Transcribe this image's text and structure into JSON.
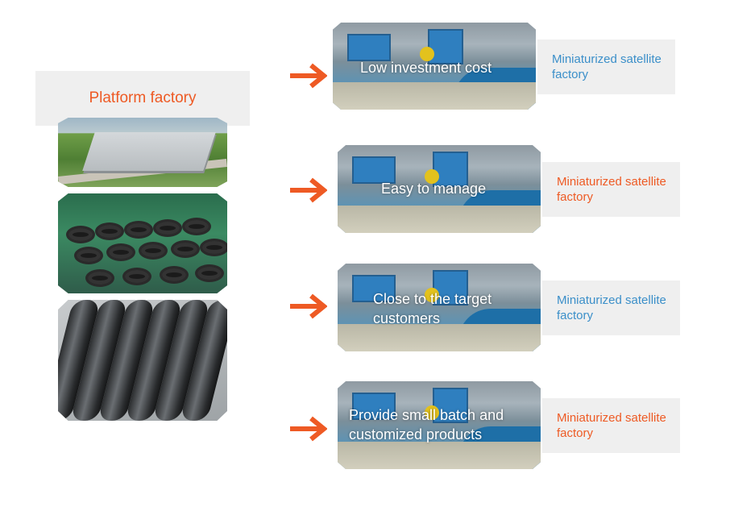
{
  "platform": {
    "label": "Platform factory"
  },
  "benefits": [
    {
      "caption": "Low investment cost",
      "satellite_label": "Miniaturized satellite factory",
      "satellite_color": "#3b8fc9"
    },
    {
      "caption": "Easy to manage",
      "satellite_label": "Miniaturized satellite factory",
      "satellite_color": "#ee5a24"
    },
    {
      "caption": "Close to the target customers",
      "satellite_label": "Miniaturized satellite factory",
      "satellite_color": "#3b8fc9"
    },
    {
      "caption": "Provide small batch and customized products",
      "satellite_label": "Miniaturized satellite factory",
      "satellite_color": "#ee5a24"
    }
  ],
  "colors": {
    "accent": "#ee5a24",
    "blue_text": "#3b8fc9",
    "panel": "#efefef"
  },
  "icons": {
    "arrow": "arrow-right-icon"
  }
}
